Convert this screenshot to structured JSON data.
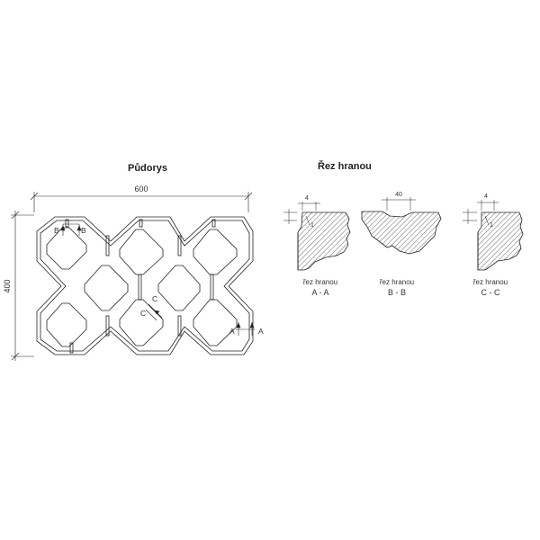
{
  "plan": {
    "title": "Půdorys",
    "width_dim": "600",
    "height_dim": "400",
    "markers": {
      "a": "A",
      "b": "B",
      "c": "C"
    }
  },
  "sections": {
    "title": "Řez hranou",
    "items": [
      {
        "dim": "4",
        "chamfer": "1",
        "caption": "řez hranou",
        "name": "A - A"
      },
      {
        "dim": "40",
        "caption": "řez hranou",
        "name": "B - B"
      },
      {
        "dim": "4",
        "chamfer": "1",
        "caption": "řez hranou",
        "name": "C - C"
      }
    ]
  },
  "colors": {
    "line": "#222222",
    "hatch": "#555555"
  }
}
